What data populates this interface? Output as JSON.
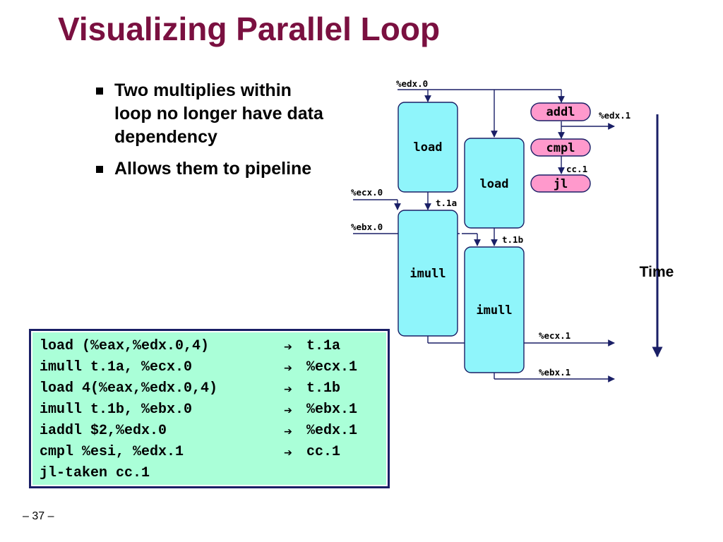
{
  "title": "Visualizing Parallel Loop",
  "bullets": [
    "Two multiplies within loop no longer have data dependency",
    "Allows them to pipeline"
  ],
  "diagram": {
    "boxes": {
      "load1": "load",
      "load2": "load",
      "imull1": "imull",
      "imull2": "imull",
      "addl": "addl",
      "cmpl": "cmpl",
      "jl": "jl"
    },
    "labels": {
      "edx0": "%edx.0",
      "edx1": "%edx.1",
      "cc1": "cc.1",
      "ecx0": "%ecx.0",
      "ebx0": "%ebx.0",
      "t1a": "t.1a",
      "t1b": "t.1b",
      "ecx1": "%ecx.1",
      "ebx1": "%ebx.1"
    },
    "time_label": "Time",
    "colors": {
      "box_cyan": "#8ff5fb",
      "box_pink": "#ff99cc",
      "title": "#7a1040",
      "code_bg": "#aaffd8",
      "code_border": "#1a1f66"
    }
  },
  "code": {
    "arrow": "➔",
    "lines": [
      {
        "src": "load (%eax,%edx.0,4)",
        "dst": "t.1a"
      },
      {
        "src": "imull t.1a, %ecx.0",
        "dst": "%ecx.1"
      },
      {
        "src": "load 4(%eax,%edx.0,4)",
        "dst": "t.1b"
      },
      {
        "src": "imull t.1b, %ebx.0",
        "dst": "%ebx.1"
      },
      {
        "src": "iaddl $2,%edx.0",
        "dst": "%edx.1"
      },
      {
        "src": "cmpl %esi, %edx.1",
        "dst": "cc.1"
      },
      {
        "src": "jl-taken cc.1",
        "dst": ""
      }
    ]
  },
  "page_number": "– 37 –"
}
